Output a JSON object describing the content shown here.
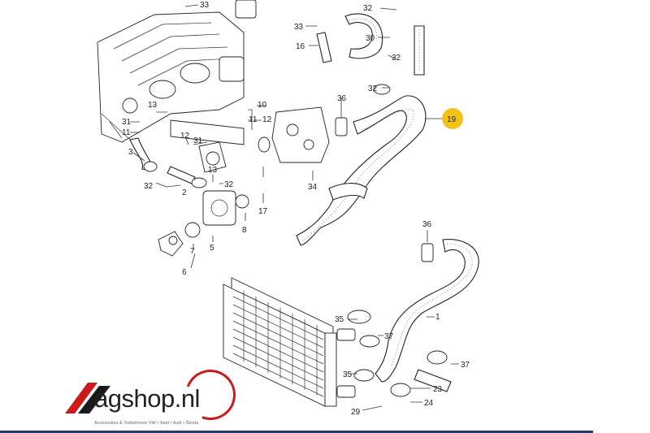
{
  "diagram": {
    "callouts": {
      "c33a": "33",
      "c33b": "33",
      "c16": "16",
      "c32a": "32",
      "c30": "30",
      "c32b": "32",
      "c32c": "32",
      "c36a": "36",
      "c19": "19",
      "c10": "10",
      "c11a": "11",
      "c12a": "12",
      "c13a": "13",
      "c31a": "31",
      "c11b": "11",
      "c3": "3",
      "c12b": "12",
      "c31b": "31",
      "c13b": "13",
      "c32d": "32",
      "c32e": "32",
      "c2": "2",
      "c34": "34",
      "c17": "17",
      "c8": "8",
      "c7": "7",
      "c5": "5",
      "c6": "6",
      "c36b": "36",
      "c1": "1",
      "c35a": "35",
      "c37a": "37",
      "c37b": "37",
      "c35b": "35",
      "c23": "23",
      "c29": "29",
      "c24": "24"
    },
    "highlight_color": "#f3c21a"
  },
  "brand": {
    "name": "agshop.nl",
    "tagline": "Accessoires & Toebehoren VW • Seat • Audi • Škoda",
    "accent_color": "#cc1a1a",
    "rule_color": "#1d3f73"
  }
}
